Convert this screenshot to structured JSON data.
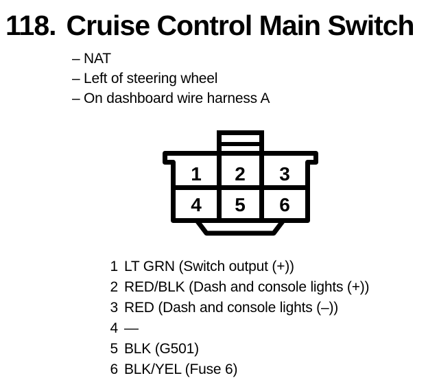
{
  "page": {
    "background": "#ffffff",
    "ink": "#000000"
  },
  "header": {
    "number": "118.",
    "title": "Cruise Control Main Switch"
  },
  "notes": {
    "bullet": "–",
    "items": [
      "NAT",
      "Left of steering wheel",
      "On dashboard wire harness A"
    ]
  },
  "connector": {
    "description": "6-cavity connector, front view, 2 rows of 3 with top latch tab and bottom key",
    "pins": [
      "1",
      "2",
      "3",
      "4",
      "5",
      "6"
    ]
  },
  "pinout": {
    "rows": [
      {
        "pin": "1",
        "desc": "LT GRN (Switch output (+))"
      },
      {
        "pin": "2",
        "desc": "RED/BLK (Dash and console lights (+))"
      },
      {
        "pin": "3",
        "desc": "RED (Dash and console lights (–))"
      },
      {
        "pin": "4",
        "desc": "—"
      },
      {
        "pin": "5",
        "desc": "BLK (G501)"
      },
      {
        "pin": "6",
        "desc": "BLK/YEL (Fuse 6)"
      }
    ]
  }
}
